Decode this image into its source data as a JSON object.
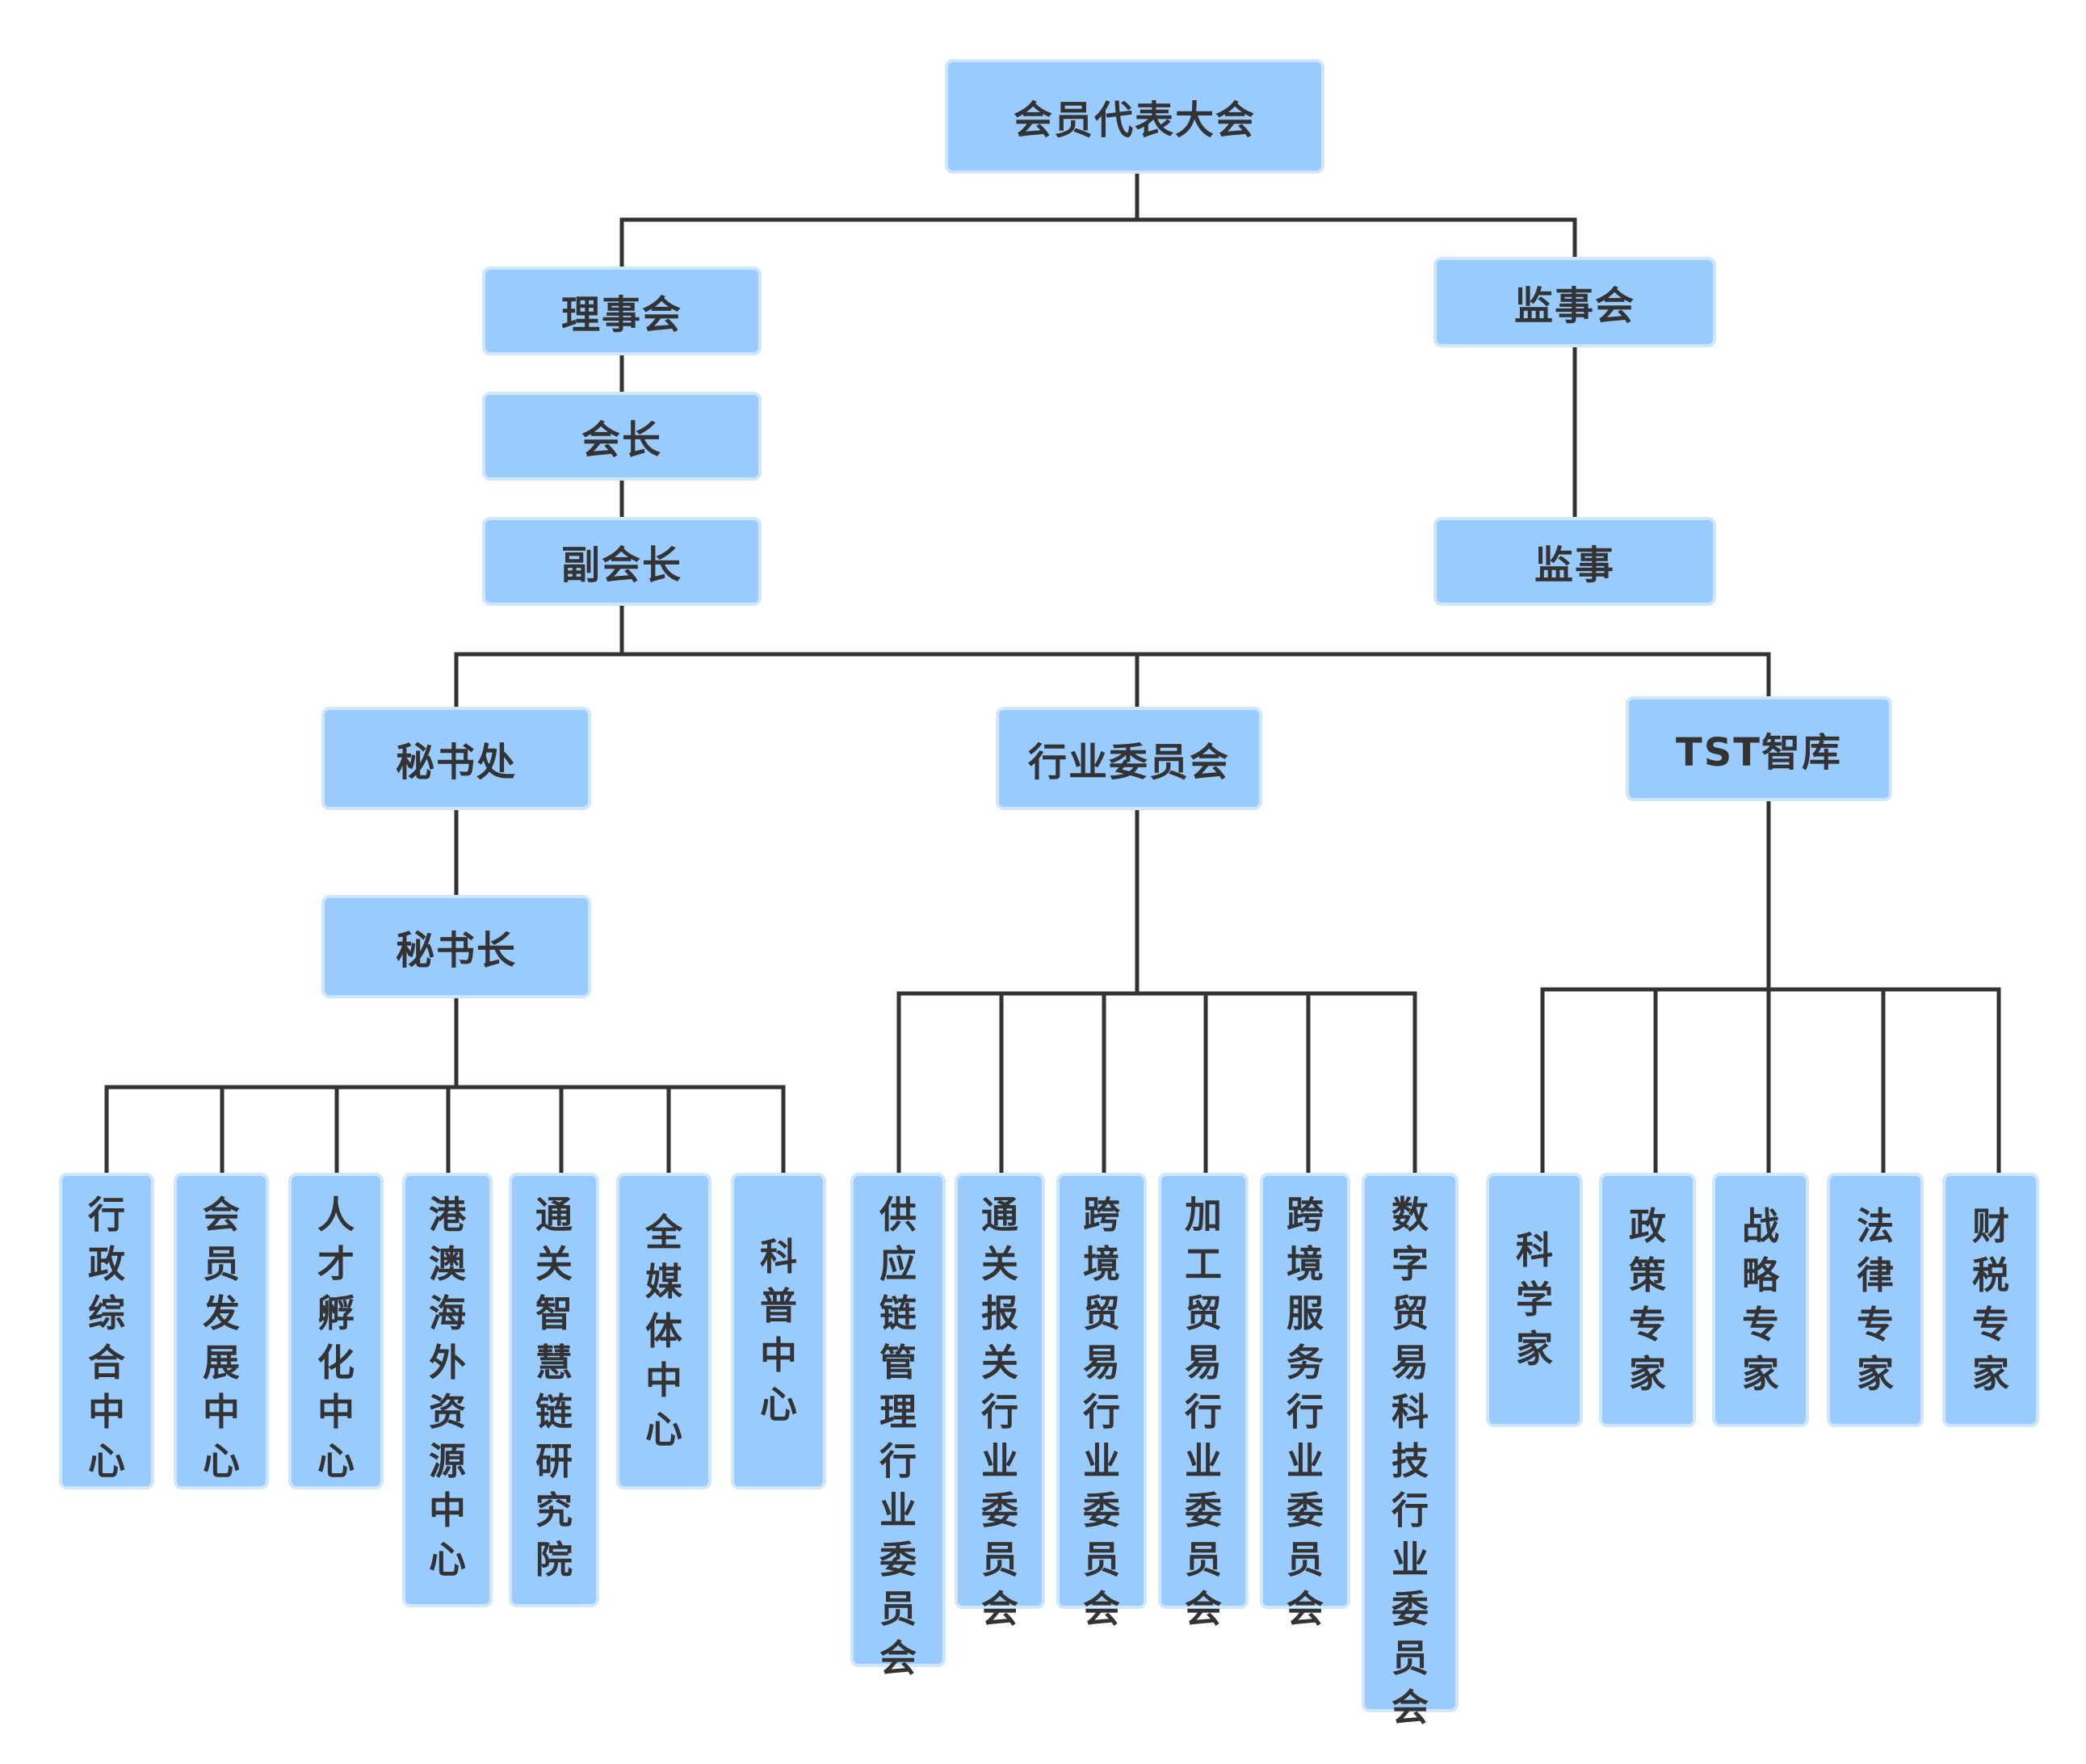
{
  "diagram": {
    "root": "会员代表大会",
    "council": "理事会",
    "president": "会长",
    "vice_president": "副会长",
    "supervisory_board": "监事会",
    "supervisor": "监事",
    "secretariat": {
      "name": "秘书处",
      "head": "秘书长",
      "units": [
        "行政综合中心",
        "会员发展中心",
        "人才孵化中心",
        "港澳海外资源中心",
        "通关智慧链研究院",
        "全媒体中心",
        "科普中心"
      ]
    },
    "industry_committee": {
      "name": "行业委员会",
      "units": [
        "供应链管理行业委员会",
        "通关报关行业委员会",
        "跨境贸易行业委员会",
        "加工贸易行业委员会",
        "跨境服务行业委员会",
        "数字贸易科技行业委员会"
      ]
    },
    "think_tank": {
      "name": "TST智库",
      "units": [
        "科学家",
        "政策专家",
        "战略专家",
        "法律专家",
        "财税专家"
      ]
    }
  },
  "colors": {
    "box_fill": "#99cbff",
    "box_border": "#cfe6ff",
    "line": "#333333",
    "text": "#333333"
  }
}
